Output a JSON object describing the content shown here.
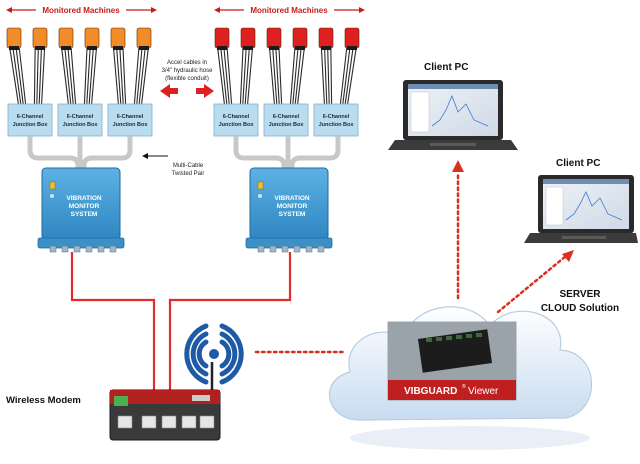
{
  "header": {
    "left_label": "Monitored Machines",
    "right_label": "Monitored Machines"
  },
  "accel_note": [
    "Accel cables in",
    "3/4\" hydraulic hose",
    "(flexible conduit)"
  ],
  "junction_label": [
    "6-Channel",
    "Junction Box"
  ],
  "multicable_note": [
    "Multi-Cable",
    "Twisted Pair"
  ],
  "vms_label": [
    "VIBRATION",
    "MONITOR",
    "SYSTEM"
  ],
  "client_pc_1": "Client PC",
  "client_pc_2": "Client PC",
  "server_label": [
    "SERVER",
    "CLOUD Solution"
  ],
  "modem_label": "Wireless Modem",
  "vibguard": {
    "brand": "VIBGUARD",
    "reg": "®",
    "product": "Viewer"
  },
  "colors": {
    "sensor_left": "#f28c28",
    "sensor_right": "#e02020",
    "junction_fill": "#b9dcef",
    "vms_fill": "#4a9fd4",
    "cable": "#c8c8c8",
    "red_line": "#e32b2b",
    "dotted": "#d93020",
    "wifi": "#1f5aa6",
    "header_red": "#c41e1e"
  }
}
